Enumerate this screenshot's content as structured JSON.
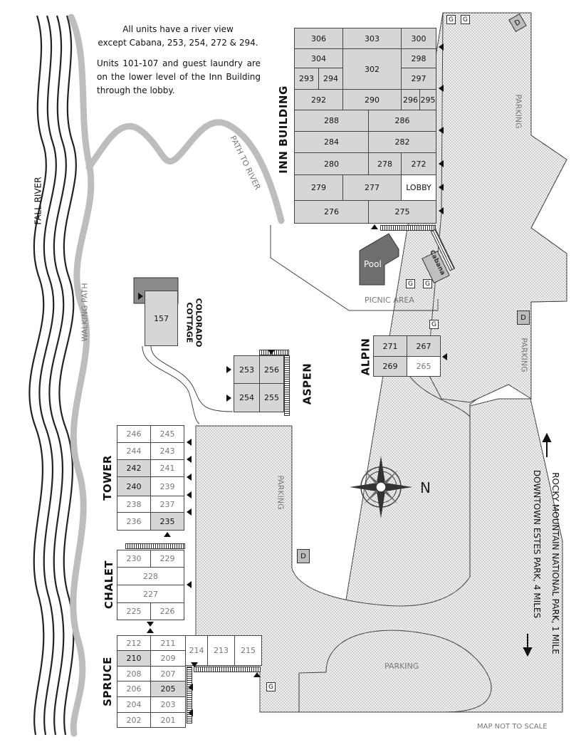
{
  "notes": {
    "river_view_line1": "All units have a river view",
    "river_view_line2": "except Cabana, 253, 254, 272 & 294.",
    "laundry": "Units 101-107 and guest laundry are on the lower level of the Inn Building through the lobby."
  },
  "labels": {
    "fall_river": "FALL RIVER",
    "walking_path": "WALKING PATH",
    "path_to_river": "PATH TO RIVER",
    "picnic_area": "PICNIC AREA",
    "pool": "Pool",
    "cabana": "Cabana",
    "parking": "PARKING",
    "north": "N",
    "directions_rmnp": "ROCKY MOUNTAIN NATIONAL PARK, 1 MILE",
    "directions_estes": "DOWNTOWN ESTES PARK, 4 MILES",
    "not_to_scale": "MAP NOT TO SCALE",
    "garbage": "G",
    "dumpster": "D"
  },
  "buildings": {
    "inn": "INN BUILDING",
    "colorado_cottage_1": "COLORADO",
    "colorado_cottage_2": "COTTAGE",
    "aspen": "ASPEN",
    "alpin": "ALPIN",
    "tower": "TOWER",
    "chalet": "CHALET",
    "spruce": "SPRUCE"
  },
  "units": {
    "inn": [
      "306",
      "303",
      "300",
      "304",
      "302",
      "298",
      "293",
      "294",
      "297",
      "292",
      "290",
      "296",
      "295",
      "288",
      "286",
      "284",
      "282",
      "280",
      "278",
      "272",
      "279",
      "277",
      "LOBBY",
      "276",
      "275"
    ],
    "cottage": [
      "157"
    ],
    "aspen": [
      "253",
      "256",
      "254",
      "255"
    ],
    "alpin": [
      "271",
      "267",
      "269",
      "265"
    ],
    "tower": [
      "246",
      "245",
      "244",
      "243",
      "242",
      "241",
      "240",
      "239",
      "238",
      "237",
      "236",
      "235"
    ],
    "chalet": [
      "230",
      "229",
      "228",
      "227",
      "225",
      "226"
    ],
    "spruce": [
      "212",
      "211",
      "210",
      "209",
      "208",
      "207",
      "206",
      "205",
      "204",
      "203",
      "202",
      "201",
      "214",
      "213",
      "215"
    ]
  },
  "colors": {
    "river": "#bdbdbd",
    "parking_fill": "#e8e8e8",
    "unit_grey": "#d6d6d6",
    "pool": "#6e6e6e",
    "outline": "#444444"
  }
}
